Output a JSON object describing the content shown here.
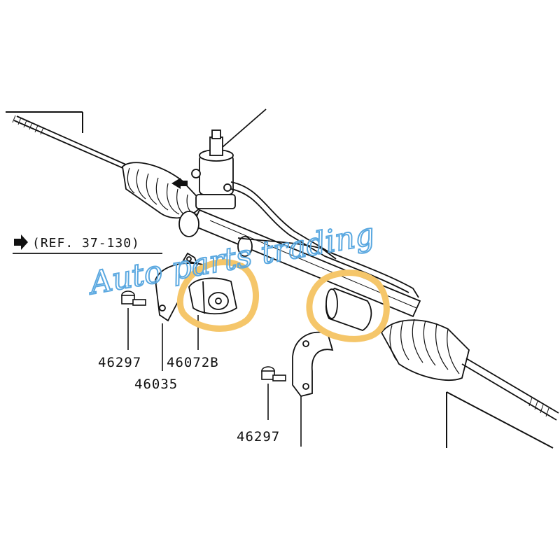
{
  "reference": {
    "arrow_icon": "right-arrow-icon",
    "text": "(REF. 37-130)"
  },
  "part_labels": {
    "bolt_left": "46297",
    "bushing_left": "46072B",
    "clamp_left": "46035",
    "bolt_right": "46297"
  },
  "watermark": {
    "text": "Auto parts trading",
    "color": "#5aa8e0"
  },
  "highlight": {
    "color": "#f5c66a",
    "count": 2
  },
  "line_color": "#111111"
}
